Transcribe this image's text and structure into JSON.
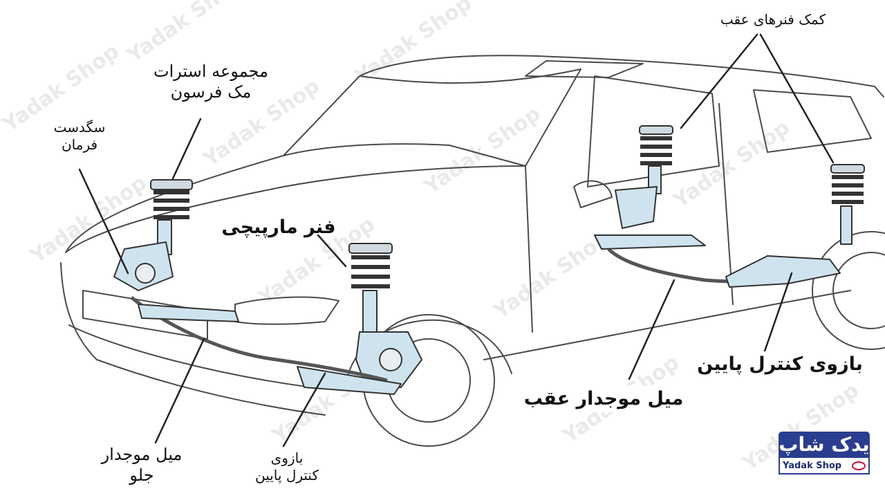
{
  "labels": {
    "steering_knuckle": [
      "سگدست",
      "فرمان"
    ],
    "macpherson_strut": [
      "مجموعه استرات",
      "مک فرسون"
    ],
    "coil_spring": "فنر مارپیچی",
    "rear_shocks": "کمک فنرهای عقب",
    "lower_arm_rear": "بازوی کنترل پایین",
    "rear_stabilizer": "میل موجدار عقب",
    "front_stabilizer": [
      "میل موجدار",
      "جلو"
    ],
    "lower_arm_front": [
      "بازوی",
      "کنترل پایین"
    ]
  },
  "watermark": "Yadak Shop",
  "logo": {
    "persian": "یدک شاپ",
    "latin": "Yadak Shop"
  },
  "colors": {
    "line": "#333333",
    "part_fill": "#cfe3ee",
    "spring_fill": "#e9eef1",
    "logo_blue": "#2b3d8f",
    "logo_red": "#c8102e"
  }
}
